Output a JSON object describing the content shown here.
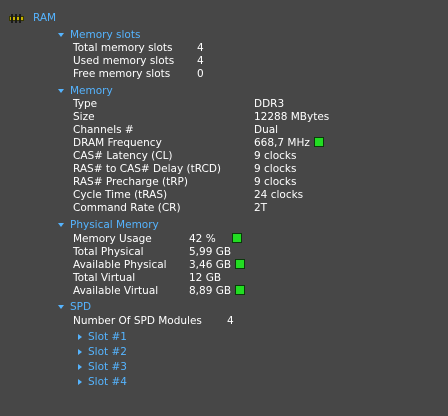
{
  "root": {
    "label": "RAM",
    "icon": "ram-chip-icon"
  },
  "memory_slots": {
    "title": "Memory slots",
    "rows": [
      {
        "label": "Total memory slots",
        "value": "4"
      },
      {
        "label": "Used memory slots",
        "value": "4"
      },
      {
        "label": "Free memory slots",
        "value": "0"
      }
    ]
  },
  "memory": {
    "title": "Memory",
    "rows": [
      {
        "label": "Type",
        "value": "DDR3"
      },
      {
        "label": "Size",
        "value": "12288 MBytes"
      },
      {
        "label": "Channels #",
        "value": "Dual"
      },
      {
        "label": "DRAM Frequency",
        "value": "668,7 MHz"
      },
      {
        "label": "CAS# Latency (CL)",
        "value": "9 clocks"
      },
      {
        "label": "RAS# to CAS# Delay (tRCD)",
        "value": "9 clocks"
      },
      {
        "label": "RAS# Precharge (tRP)",
        "value": "9 clocks"
      },
      {
        "label": "Cycle Time (tRAS)",
        "value": "24 clocks"
      },
      {
        "label": "Command Rate (CR)",
        "value": "2T"
      }
    ]
  },
  "physical_memory": {
    "title": "Physical Memory",
    "rows": [
      {
        "label": "Memory Usage",
        "value": "42 %"
      },
      {
        "label": "Total Physical",
        "value": "5,99 GB"
      },
      {
        "label": "Available Physical",
        "value": "3,46 GB"
      },
      {
        "label": "Total Virtual",
        "value": "12 GB"
      },
      {
        "label": "Available Virtual",
        "value": "8,89 GB"
      }
    ]
  },
  "spd": {
    "title": "SPD",
    "modules_label": "Number Of SPD Modules",
    "modules_value": "4",
    "slots": [
      "Slot #1",
      "Slot #2",
      "Slot #3",
      "Slot #4"
    ]
  },
  "colors": {
    "background": "#474747",
    "accent": "#55b4ff",
    "indicator": "#22dd22",
    "text": "#ffffff"
  }
}
